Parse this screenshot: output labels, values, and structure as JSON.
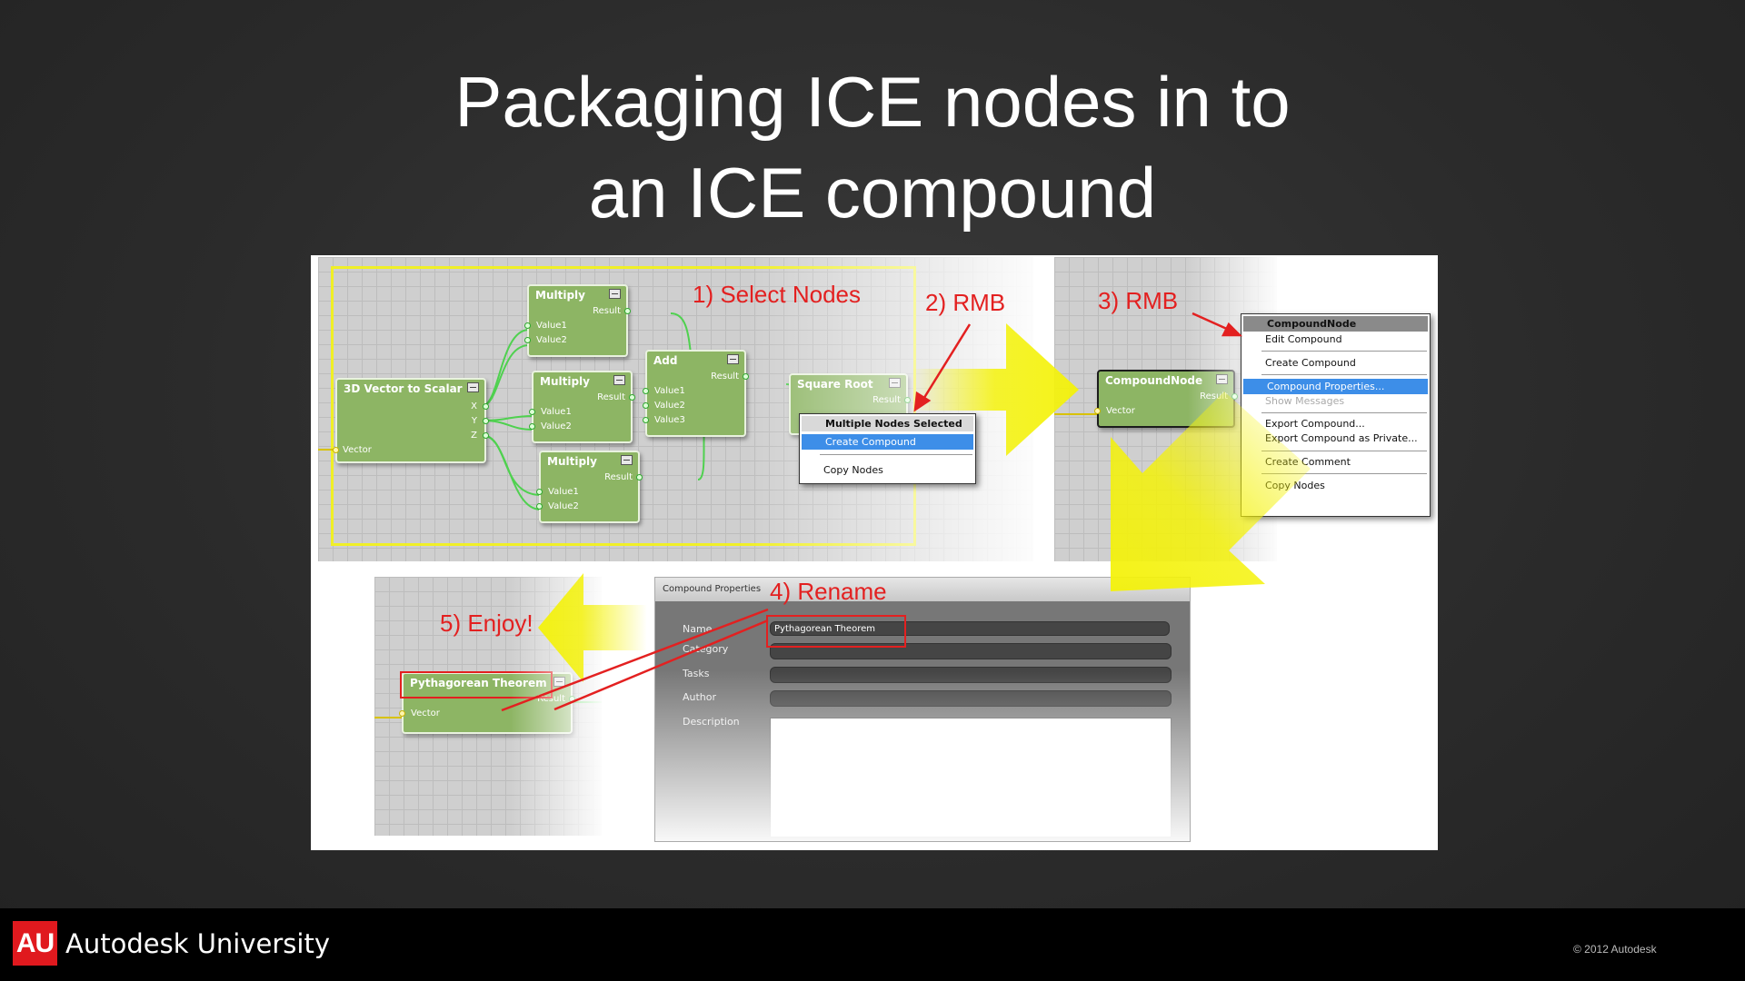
{
  "slide": {
    "title_line1": "Packaging ICE nodes in to",
    "title_line2": "an ICE compound"
  },
  "steps": {
    "step1": "1) Select Nodes",
    "step2": "2) RMB",
    "step3": "3) RMB",
    "step4": "4) Rename",
    "step5": "5) Enjoy!"
  },
  "graph1": {
    "node_vector": {
      "title": "3D Vector to Scalar",
      "ports_out": [
        "X",
        "Y",
        "Z"
      ],
      "port_in": "Vector"
    },
    "node_mult1": {
      "title": "Multiply",
      "out": "Result",
      "in1": "Value1",
      "in2": "Value2"
    },
    "node_mult2": {
      "title": "Multiply",
      "out": "Result",
      "in1": "Value1",
      "in2": "Value2"
    },
    "node_mult3": {
      "title": "Multiply",
      "out": "Result",
      "in1": "Value1",
      "in2": "Value2"
    },
    "node_add": {
      "title": "Add",
      "out": "Result",
      "in1": "Value1",
      "in2": "Value2",
      "in3": "Value3"
    },
    "node_sqrt": {
      "title": "Square Root",
      "out": "Result"
    }
  },
  "menu1": {
    "header": "Multiple Nodes Selected",
    "item1": "Create Compound",
    "item2": "Copy Nodes"
  },
  "compound_node": {
    "title": "CompoundNode",
    "out": "Result",
    "in": "Vector"
  },
  "menu2": {
    "header": "CompoundNode",
    "items": [
      "Edit Compound",
      "Create Compound",
      "Compound Properties...",
      "Show Messages",
      "Export Compound...",
      "Export Compound as Private...",
      "Create Comment",
      "Copy Nodes"
    ]
  },
  "dialog": {
    "title": "Compound Properties",
    "labels": [
      "Name",
      "Category",
      "Tasks",
      "Author",
      "Description"
    ],
    "name_value": "Pythagorean Theorem"
  },
  "final_node": {
    "title": "Pythagorean Theorem",
    "out": "Result",
    "in": "Vector"
  },
  "footer": {
    "logo": "AU",
    "brand": "Autodesk University",
    "copyright": "© 2012 Autodesk"
  },
  "colors": {
    "accent_red": "#e32020",
    "node_green": "#8db564",
    "menu_select": "#3d8ee8",
    "arrow_yellow": "#f4f20a"
  }
}
